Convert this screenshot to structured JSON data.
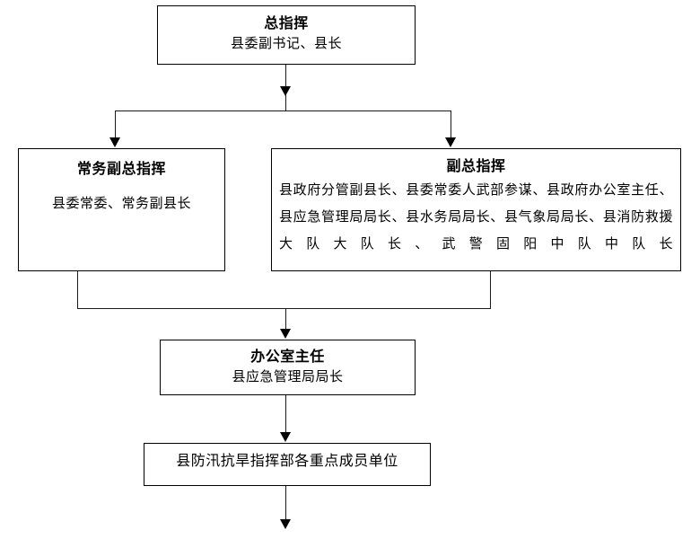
{
  "diagram": {
    "title_bold_note": "bold headings, serif Chinese typeface",
    "nodes": [
      {
        "id": "commander",
        "title": "总指挥",
        "subtitle": "县委副书记、县长"
      },
      {
        "id": "exec_deputy",
        "title": "常务副总指挥",
        "subtitle": "县委常委、常务副县长"
      },
      {
        "id": "deputies",
        "title": "副总指挥",
        "subtitle": "县政府分管副县长、县委常委人武部参谋、县政府办公室主任、县应急管理局局长、县水务局局长、县气象局局长、县消防救援大队大队长、武警固阳中队中队长"
      },
      {
        "id": "office_director",
        "title": "办公室主任",
        "subtitle": "县应急管理局局长"
      },
      {
        "id": "member_units",
        "title": "",
        "subtitle": "县防汛抗旱指挥部各重点成员单位"
      }
    ],
    "connectors": [
      {
        "id": "commander-to-split",
        "from": "commander",
        "to": "split-bar",
        "arrow": "down"
      },
      {
        "id": "split-to-exec-deputy",
        "from": "split-bar",
        "to": "exec_deputy",
        "arrow": "down"
      },
      {
        "id": "split-to-deputies",
        "from": "split-bar",
        "to": "deputies",
        "arrow": "down"
      },
      {
        "id": "exec-deputy-to-merge",
        "from": "exec_deputy",
        "to": "merge-bar",
        "arrow": "none"
      },
      {
        "id": "deputies-to-merge",
        "from": "deputies",
        "to": "merge-bar",
        "arrow": "none"
      },
      {
        "id": "merge-to-office-director",
        "from": "merge-bar",
        "to": "office_director",
        "arrow": "down"
      },
      {
        "id": "office-director-to-member-units",
        "from": "office_director",
        "to": "member_units",
        "arrow": "down"
      },
      {
        "id": "member-units-outflow",
        "from": "member_units",
        "to": "offscreen",
        "arrow": "down"
      }
    ],
    "colors": {
      "line": "#1a1a1a",
      "border": "#000000",
      "text": "#000000",
      "background": "#ffffff"
    }
  }
}
